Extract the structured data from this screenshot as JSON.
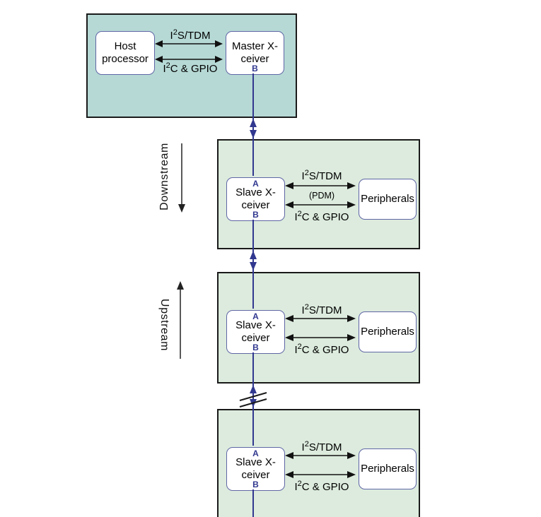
{
  "theme": {
    "teal_fill": "#b6d9d5",
    "green_fill": "#dcebdd",
    "navy": "#31388f",
    "node_border": "#5f66a5",
    "outline": "#1a1a1a"
  },
  "master_section": {
    "host_label": "Host processor",
    "master_label": "Master X-ceiver",
    "port_b": "B",
    "bus_audio": {
      "base": "I",
      "sup": "2",
      "rest": "S/TDM"
    },
    "bus_control": {
      "base": "I",
      "sup": "2",
      "rest": "C & GPIO"
    }
  },
  "flow": {
    "downstream": "Downstream",
    "upstream": "Upstream"
  },
  "slaves": [
    {
      "node_label": "Slave X-ceiver",
      "port_a": "A",
      "port_b": "B",
      "peripherals": "Peripherals",
      "bus_audio": {
        "base": "I",
        "sup": "2",
        "rest": "S/TDM"
      },
      "bus_audio_note": "(PDM)",
      "bus_control": {
        "base": "I",
        "sup": "2",
        "rest": "C & GPIO"
      }
    },
    {
      "node_label": "Slave X-ceiver",
      "port_a": "A",
      "port_b": "B",
      "peripherals": "Peripherals",
      "bus_audio": {
        "base": "I",
        "sup": "2",
        "rest": "S/TDM"
      },
      "bus_control": {
        "base": "I",
        "sup": "2",
        "rest": "C & GPIO"
      }
    },
    {
      "node_label": "Slave X-ceiver",
      "port_a": "A",
      "port_b": "B",
      "peripherals": "Peripherals",
      "bus_audio": {
        "base": "I",
        "sup": "2",
        "rest": "S/TDM"
      },
      "bus_control": {
        "base": "I",
        "sup": "2",
        "rest": "C & GPIO"
      }
    }
  ]
}
